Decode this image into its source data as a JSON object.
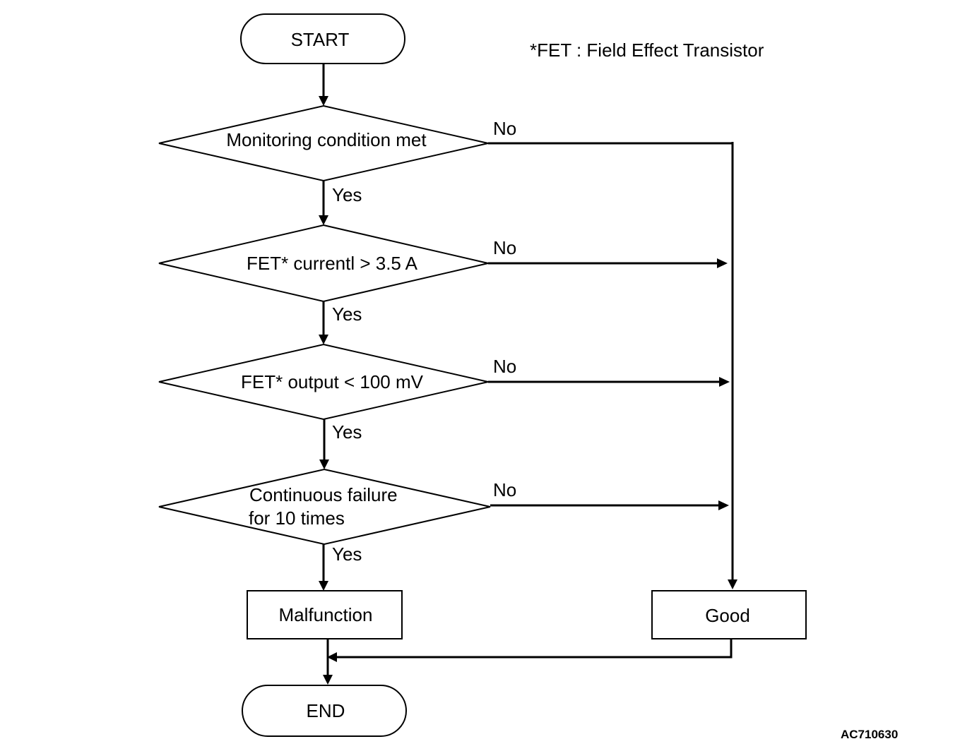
{
  "footnote": "*FET : Field Effect Transistor",
  "figure_code": "AC710630",
  "terminals": {
    "start": "START",
    "end": "END"
  },
  "decisions": [
    {
      "lines": [
        "Monitoring condition met"
      ],
      "yes": "Yes",
      "no": "No"
    },
    {
      "lines": [
        "FET* currentl > 3.5 A"
      ],
      "yes": "Yes",
      "no": "No"
    },
    {
      "lines": [
        "FET* output < 100 mV"
      ],
      "yes": "Yes",
      "no": "No"
    },
    {
      "lines": [
        "Continuous failure",
        "for 10 times"
      ],
      "yes": "Yes",
      "no": "No"
    }
  ],
  "outcomes": {
    "malfunction": "Malfunction",
    "good": "Good"
  }
}
